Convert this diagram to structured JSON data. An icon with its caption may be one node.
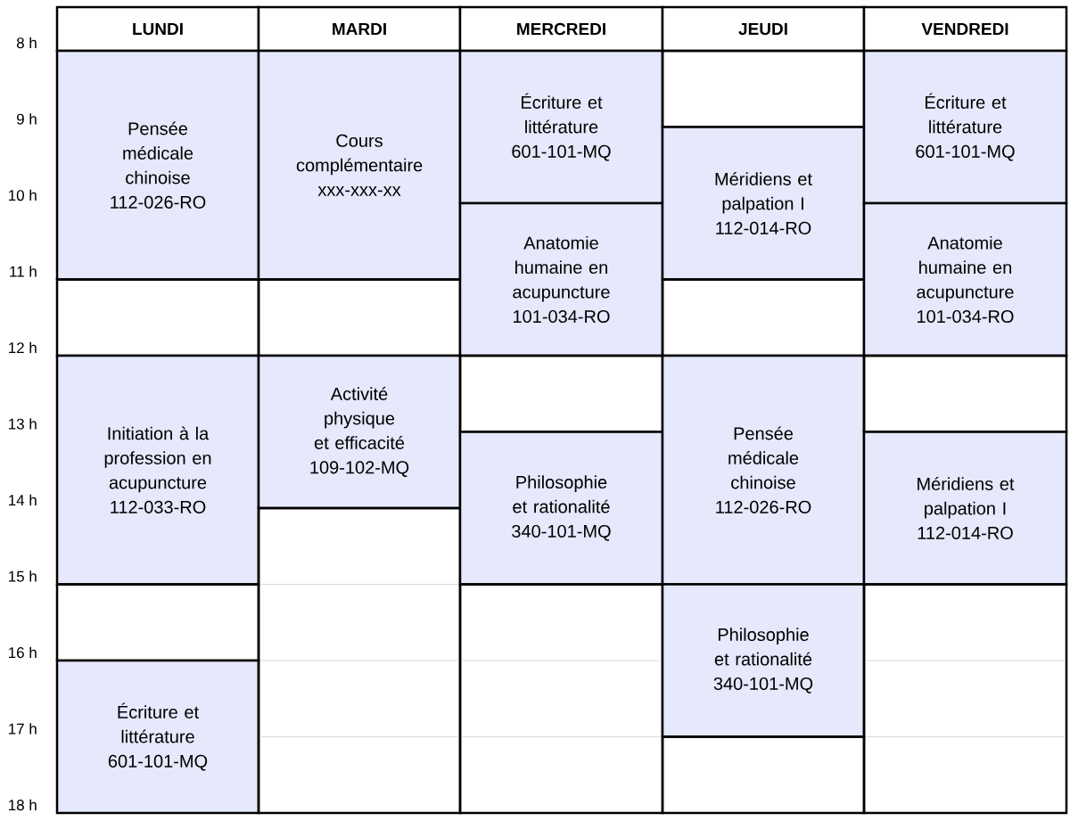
{
  "diagram": {
    "nodes": [
      {
        "text": [
          "LUNDI"
        ]
      },
      {
        "text": [
          "MARDI"
        ]
      },
      {
        "text": [
          "MERCREDI"
        ]
      },
      {
        "text": [
          "JEUDI"
        ]
      },
      {
        "text": [
          "VENDREDI"
        ]
      },
      {
        "text": [
          "Pensée médicale chinoise",
          "112-026-RO"
        ]
      },
      {
        "text": [],
        "shape": "box"
      },
      {
        "text": [
          "Initiation à la profession en acupuncture",
          "112-033-RO"
        ]
      },
      {
        "text": [],
        "shape": "box"
      },
      {
        "text": [
          "Écriture et littérature",
          "601-101-MQ"
        ]
      },
      {
        "text": [
          "Cours complémentaire",
          "xxx-xxx-xx"
        ]
      },
      {
        "text": [],
        "shape": "box"
      },
      {
        "text": [
          "Activité physique et efficacité",
          "109-102-MQ"
        ]
      },
      {
        "text": [],
        "shape": "box"
      },
      {
        "text": [
          "Écriture et littérature",
          "601-101-MQ"
        ]
      },
      {
        "text": [
          "Anatomie humaine en acupuncture",
          "101-034-RO"
        ]
      },
      {
        "text": [],
        "shape": "box"
      },
      {
        "text": [
          "Philosophie et rationalité",
          "340-101-MQ"
        ]
      },
      {
        "text": [],
        "shape": "box"
      },
      {
        "text": [],
        "shape": "box"
      },
      {
        "text": [
          "Méridiens et palpation I",
          "112-014-RO"
        ]
      },
      {
        "text": [],
        "shape": "box"
      },
      {
        "text": [
          "Pensée médicale chinoise",
          "112-026-RO"
        ]
      },
      {
        "text": [
          "Philosophie et rationalité",
          "340-101-MQ"
        ]
      },
      {
        "text": [],
        "shape": "box"
      },
      {
        "text": [
          "Écriture et littérature",
          "601-101-MQ"
        ]
      },
      {
        "text": [
          "Anatomie humaine en acupuncture",
          "101-034-RO"
        ]
      },
      {
        "text": [],
        "shape": "box"
      },
      {
        "text": [
          "Méridiens et palpation I",
          "112-014-RO"
        ]
      },
      {
        "text": [],
        "shape": "box"
      }
    ],
    "labels": [
      "8 h",
      "9 h",
      "10 h",
      "11 h",
      "12 h",
      "13 h",
      "14 h",
      "15 h",
      "16 h",
      "17 h",
      "18 h"
    ]
  }
}
